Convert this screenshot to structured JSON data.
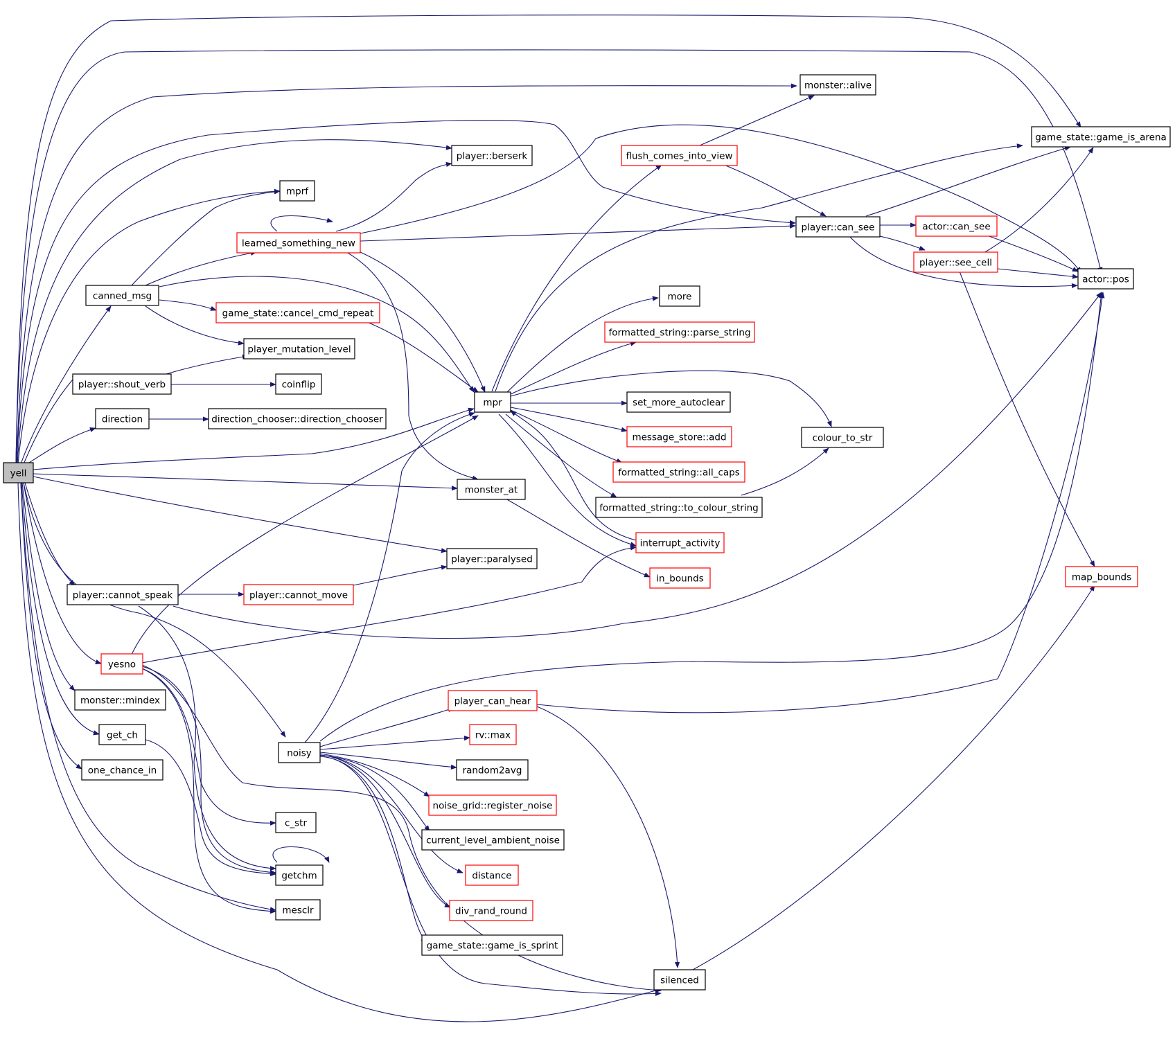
{
  "graph": {
    "nodes": [
      {
        "id": "yell",
        "label": "yell",
        "style": "root"
      },
      {
        "id": "canned_msg",
        "label": "canned_msg",
        "style": "black"
      },
      {
        "id": "shout_verb",
        "label": "player::shout_verb",
        "style": "black"
      },
      {
        "id": "direction",
        "label": "direction",
        "style": "black"
      },
      {
        "id": "cannot_speak",
        "label": "player::cannot_speak",
        "style": "black"
      },
      {
        "id": "yesno",
        "label": "yesno",
        "style": "red"
      },
      {
        "id": "mindex",
        "label": "monster::mindex",
        "style": "black"
      },
      {
        "id": "get_ch",
        "label": "get_ch",
        "style": "black"
      },
      {
        "id": "one_chance_in",
        "label": "one_chance_in",
        "style": "black"
      },
      {
        "id": "mprf",
        "label": "mprf",
        "style": "black"
      },
      {
        "id": "learned_something_new",
        "label": "learned_something_new",
        "style": "red"
      },
      {
        "id": "cancel_cmd_repeat",
        "label": "game_state::cancel_cmd_repeat",
        "style": "red"
      },
      {
        "id": "player_mutation_level",
        "label": "player_mutation_level",
        "style": "black"
      },
      {
        "id": "coinflip",
        "label": "coinflip",
        "style": "black"
      },
      {
        "id": "direction_chooser",
        "label": "direction_chooser::direction_chooser",
        "style": "black"
      },
      {
        "id": "cannot_move",
        "label": "player::cannot_move",
        "style": "red"
      },
      {
        "id": "noisy",
        "label": "noisy",
        "style": "black"
      },
      {
        "id": "c_str",
        "label": "c_str",
        "style": "black"
      },
      {
        "id": "getchm",
        "label": "getchm",
        "style": "black"
      },
      {
        "id": "mesclr",
        "label": "mesclr",
        "style": "black"
      },
      {
        "id": "berserk",
        "label": "player::berserk",
        "style": "black"
      },
      {
        "id": "mpr",
        "label": "mpr",
        "style": "black"
      },
      {
        "id": "monster_at",
        "label": "monster_at",
        "style": "black"
      },
      {
        "id": "paralysed",
        "label": "player::paralysed",
        "style": "black"
      },
      {
        "id": "player_can_hear",
        "label": "player_can_hear",
        "style": "red"
      },
      {
        "id": "rv_max",
        "label": "rv::max",
        "style": "red"
      },
      {
        "id": "random2avg",
        "label": "random2avg",
        "style": "black"
      },
      {
        "id": "register_noise",
        "label": "noise_grid::register_noise",
        "style": "red"
      },
      {
        "id": "ambient_noise",
        "label": "current_level_ambient_noise",
        "style": "black"
      },
      {
        "id": "distance",
        "label": "distance",
        "style": "red"
      },
      {
        "id": "div_rand_round",
        "label": "div_rand_round",
        "style": "red"
      },
      {
        "id": "game_is_sprint",
        "label": "game_state::game_is_sprint",
        "style": "black"
      },
      {
        "id": "flush_comes_into_view",
        "label": "flush_comes_into_view",
        "style": "red"
      },
      {
        "id": "more",
        "label": "more",
        "style": "black"
      },
      {
        "id": "parse_string",
        "label": "formatted_string::parse_string",
        "style": "red"
      },
      {
        "id": "set_more_autoclear",
        "label": "set_more_autoclear",
        "style": "black"
      },
      {
        "id": "message_store_add",
        "label": "message_store::add",
        "style": "red"
      },
      {
        "id": "all_caps",
        "label": "formatted_string::all_caps",
        "style": "red"
      },
      {
        "id": "to_colour_string",
        "label": "formatted_string::to_colour_string",
        "style": "black"
      },
      {
        "id": "interrupt_activity",
        "label": "interrupt_activity",
        "style": "red"
      },
      {
        "id": "in_bounds",
        "label": "in_bounds",
        "style": "red"
      },
      {
        "id": "silenced",
        "label": "silenced",
        "style": "black"
      },
      {
        "id": "monster_alive",
        "label": "monster::alive",
        "style": "black"
      },
      {
        "id": "player_can_see",
        "label": "player::can_see",
        "style": "black"
      },
      {
        "id": "colour_to_str",
        "label": "colour_to_str",
        "style": "black"
      },
      {
        "id": "actor_can_see",
        "label": "actor::can_see",
        "style": "red"
      },
      {
        "id": "see_cell",
        "label": "player::see_cell",
        "style": "red"
      },
      {
        "id": "game_is_arena",
        "label": "game_state::game_is_arena",
        "style": "black"
      },
      {
        "id": "actor_pos",
        "label": "actor::pos",
        "style": "black"
      },
      {
        "id": "map_bounds",
        "label": "map_bounds",
        "style": "red"
      }
    ]
  }
}
